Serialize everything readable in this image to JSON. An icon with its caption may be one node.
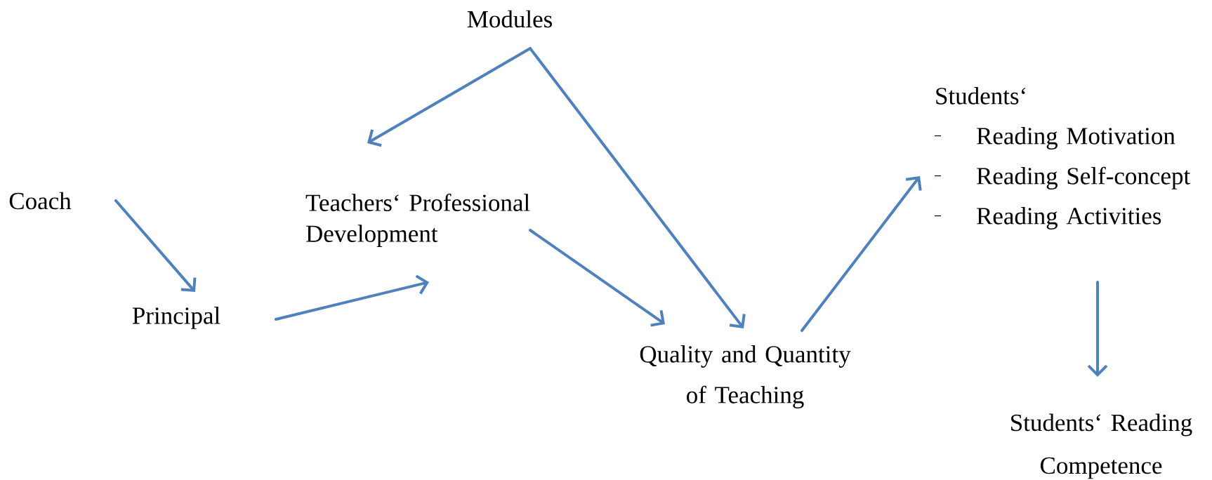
{
  "diagram": {
    "nodes": [
      {
        "text": [
          "Modules"
        ]
      },
      {
        "text": [
          "Coach"
        ]
      },
      {
        "text": [
          "Teachers‘ Professional Development"
        ]
      },
      {
        "text": [
          "Principal"
        ]
      },
      {
        "text": [
          "Quality and Quantity of Teaching"
        ]
      },
      {
        "text": [
          "Students‘",
          "Reading Motivation",
          "Reading Self-concept",
          "Reading Activities"
        ]
      },
      {
        "text": [
          "Students‘ Reading Competence"
        ]
      }
    ],
    "edges": [
      {
        "from": 0,
        "to": 2,
        "arrow": "to"
      },
      {
        "from": 0,
        "to": 4,
        "arrow": "to"
      },
      {
        "from": 1,
        "to": 3,
        "arrow": "to"
      },
      {
        "from": 3,
        "to": 2,
        "arrow": "to"
      },
      {
        "from": 2,
        "to": 4,
        "arrow": "to"
      },
      {
        "from": 4,
        "to": 5,
        "arrow": "to"
      },
      {
        "from": 5,
        "to": 6,
        "arrow": "to"
      }
    ]
  }
}
